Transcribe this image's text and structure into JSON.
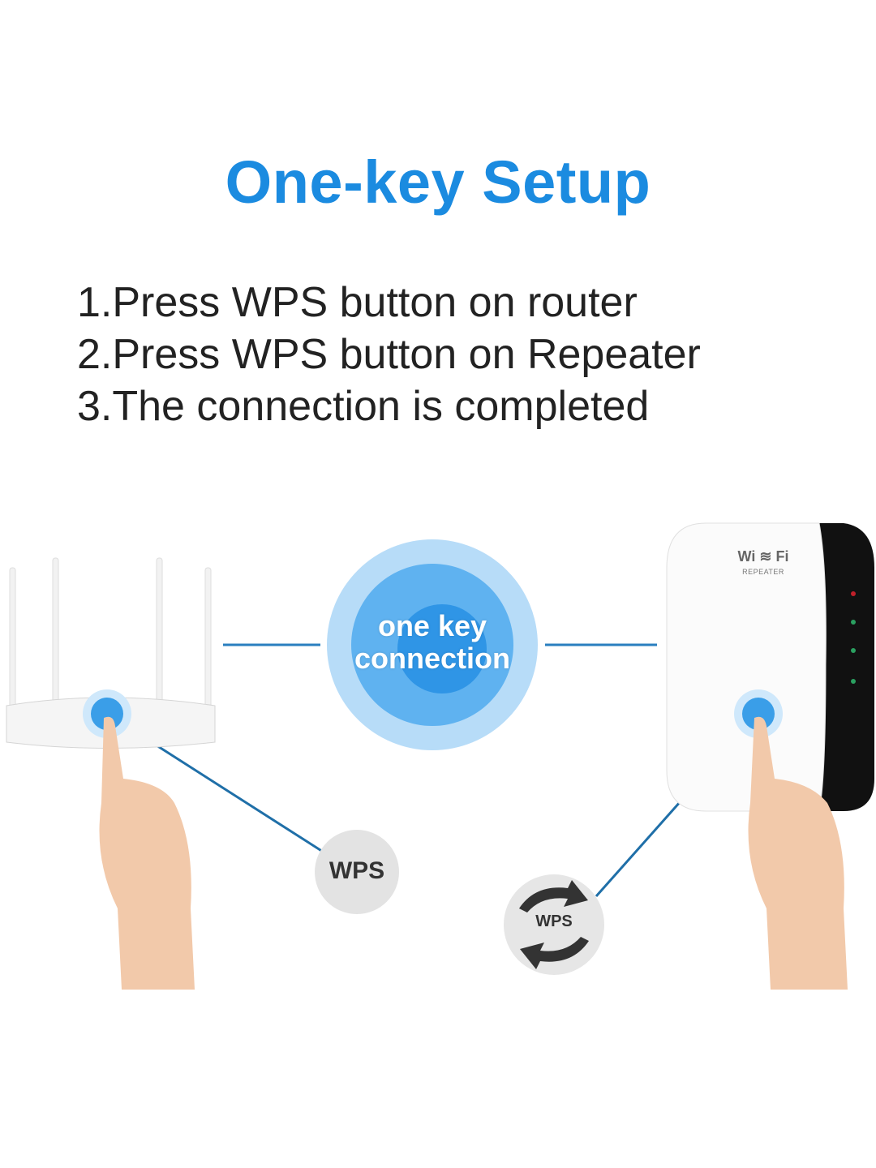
{
  "title": "One-key Setup",
  "steps": [
    "1.Press WPS button on router",
    "2.Press WPS button on Repeater",
    "3.The connection is completed"
  ],
  "center_badge": {
    "line1": "one key",
    "line2": "connection"
  },
  "router_badge": "WPS",
  "repeater_badge": "WPS",
  "repeater_brand": {
    "wifi_left": "Wi",
    "wifi_right": "Fi",
    "label": "REPEATER"
  },
  "colors": {
    "accent": "#1b8be0",
    "line": "#2a7fbf",
    "text": "#222222"
  }
}
